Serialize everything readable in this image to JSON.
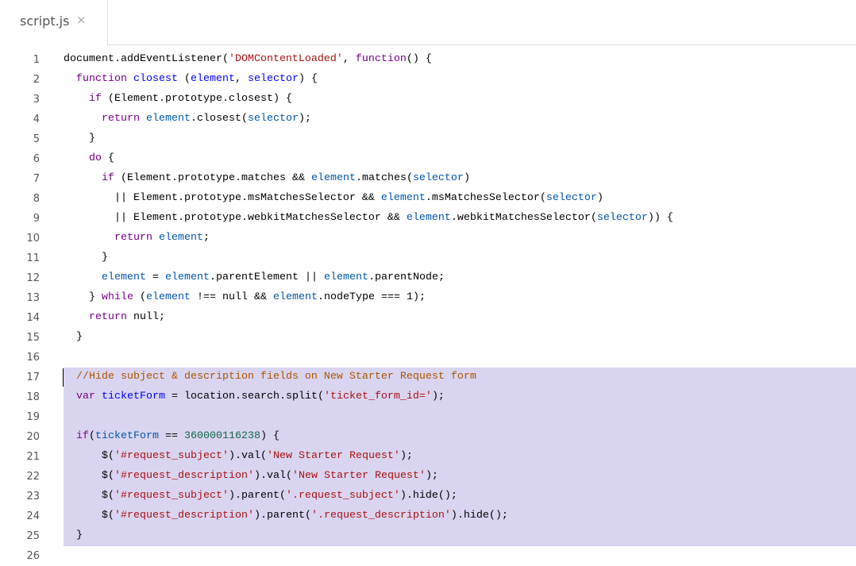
{
  "tab": {
    "label": "script.js",
    "close": "×"
  },
  "editor": {
    "selected_lines": [
      17,
      18,
      19,
      20,
      21,
      22,
      23,
      24,
      25
    ],
    "cursor_line": 17,
    "lines": [
      [
        [
          "p",
          "document.addEventListener("
        ],
        [
          "s",
          "'DOMContentLoaded'"
        ],
        [
          "p",
          ", "
        ],
        [
          "k",
          "function"
        ],
        [
          "p",
          "() {"
        ]
      ],
      [
        [
          "p",
          "  "
        ],
        [
          "k",
          "function"
        ],
        [
          "p",
          " "
        ],
        [
          "d",
          "closest"
        ],
        [
          "p",
          " ("
        ],
        [
          "d",
          "element"
        ],
        [
          "p",
          ", "
        ],
        [
          "d",
          "selector"
        ],
        [
          "p",
          ") {"
        ]
      ],
      [
        [
          "p",
          "    "
        ],
        [
          "k",
          "if"
        ],
        [
          "p",
          " (Element.prototype.closest) {"
        ]
      ],
      [
        [
          "p",
          "      "
        ],
        [
          "k",
          "return"
        ],
        [
          "p",
          " "
        ],
        [
          "v",
          "element"
        ],
        [
          "p",
          ".closest("
        ],
        [
          "v",
          "selector"
        ],
        [
          "p",
          ");"
        ]
      ],
      [
        [
          "p",
          "    }"
        ]
      ],
      [
        [
          "p",
          "    "
        ],
        [
          "k",
          "do"
        ],
        [
          "p",
          " {"
        ]
      ],
      [
        [
          "p",
          "      "
        ],
        [
          "k",
          "if"
        ],
        [
          "p",
          " (Element.prototype.matches && "
        ],
        [
          "v",
          "element"
        ],
        [
          "p",
          ".matches("
        ],
        [
          "v",
          "selector"
        ],
        [
          "p",
          ")"
        ]
      ],
      [
        [
          "p",
          "        || Element.prototype.msMatchesSelector && "
        ],
        [
          "v",
          "element"
        ],
        [
          "p",
          ".msMatchesSelector("
        ],
        [
          "v",
          "selector"
        ],
        [
          "p",
          ")"
        ]
      ],
      [
        [
          "p",
          "        || Element.prototype.webkitMatchesSelector && "
        ],
        [
          "v",
          "element"
        ],
        [
          "p",
          ".webkitMatchesSelector("
        ],
        [
          "v",
          "selector"
        ],
        [
          "p",
          ")) {"
        ]
      ],
      [
        [
          "p",
          "        "
        ],
        [
          "k",
          "return"
        ],
        [
          "p",
          " "
        ],
        [
          "v",
          "element"
        ],
        [
          "p",
          ";"
        ]
      ],
      [
        [
          "p",
          "      }"
        ]
      ],
      [
        [
          "p",
          "      "
        ],
        [
          "v",
          "element"
        ],
        [
          "p",
          " = "
        ],
        [
          "v",
          "element"
        ],
        [
          "p",
          ".parentElement || "
        ],
        [
          "v",
          "element"
        ],
        [
          "p",
          ".parentNode;"
        ]
      ],
      [
        [
          "p",
          "    } "
        ],
        [
          "k",
          "while"
        ],
        [
          "p",
          " ("
        ],
        [
          "v",
          "element"
        ],
        [
          "p",
          " !== null && "
        ],
        [
          "v",
          "element"
        ],
        [
          "p",
          ".nodeType === 1);"
        ]
      ],
      [
        [
          "p",
          "    "
        ],
        [
          "k",
          "return"
        ],
        [
          "p",
          " null;"
        ]
      ],
      [
        [
          "p",
          "  }"
        ]
      ],
      [],
      [
        [
          "p",
          "  "
        ],
        [
          "c",
          "//Hide subject & description fields on New Starter Request form"
        ]
      ],
      [
        [
          "p",
          "  "
        ],
        [
          "k",
          "var"
        ],
        [
          "p",
          " "
        ],
        [
          "d",
          "ticketForm"
        ],
        [
          "p",
          " = location.search.split("
        ],
        [
          "s",
          "'ticket_form_id='"
        ],
        [
          "p",
          ");"
        ]
      ],
      [],
      [
        [
          "p",
          "  "
        ],
        [
          "k",
          "if"
        ],
        [
          "p",
          "("
        ],
        [
          "v",
          "ticketForm"
        ],
        [
          "p",
          " == "
        ],
        [
          "n",
          "360000116238"
        ],
        [
          "p",
          ") {"
        ]
      ],
      [
        [
          "p",
          "      $("
        ],
        [
          "s",
          "'#request_subject'"
        ],
        [
          "p",
          ").val("
        ],
        [
          "s",
          "'New Starter Request'"
        ],
        [
          "p",
          ");"
        ]
      ],
      [
        [
          "p",
          "      $("
        ],
        [
          "s",
          "'#request_description'"
        ],
        [
          "p",
          ").val("
        ],
        [
          "s",
          "'New Starter Request'"
        ],
        [
          "p",
          ");"
        ]
      ],
      [
        [
          "p",
          "      $("
        ],
        [
          "s",
          "'#request_subject'"
        ],
        [
          "p",
          ").parent("
        ],
        [
          "s",
          "'.request_subject'"
        ],
        [
          "p",
          ").hide();"
        ]
      ],
      [
        [
          "p",
          "      $("
        ],
        [
          "s",
          "'#request_description'"
        ],
        [
          "p",
          ").parent("
        ],
        [
          "s",
          "'.request_description'"
        ],
        [
          "p",
          ").hide();"
        ]
      ],
      [
        [
          "p",
          "  }"
        ]
      ],
      []
    ]
  }
}
